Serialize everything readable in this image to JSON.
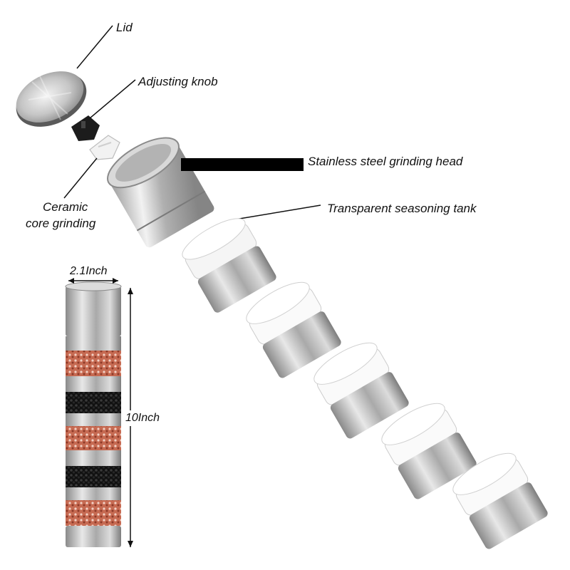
{
  "labels": {
    "lid": "Lid",
    "adjusting_knob": "Adjusting knob",
    "ceramic_core_line1": "Ceramic",
    "ceramic_core_line2": "core grinding",
    "grinding_head": "Stainless steel grinding head",
    "seasoning_tank": "Transparent seasoning tank"
  },
  "dimensions": {
    "width": "2.1Inch",
    "height": "10Inch"
  },
  "colors": {
    "steel_light": "#eeeeee",
    "steel_mid": "#b8b8b8",
    "steel_dark": "#8a8a8a",
    "salt_red": "#b4543c",
    "pepper_black": "#1a1a1a"
  },
  "icons": [
    "lid-disc",
    "adjusting-knob",
    "ceramic-core",
    "grinding-head",
    "seasoning-tank",
    "assembled-grinder"
  ]
}
